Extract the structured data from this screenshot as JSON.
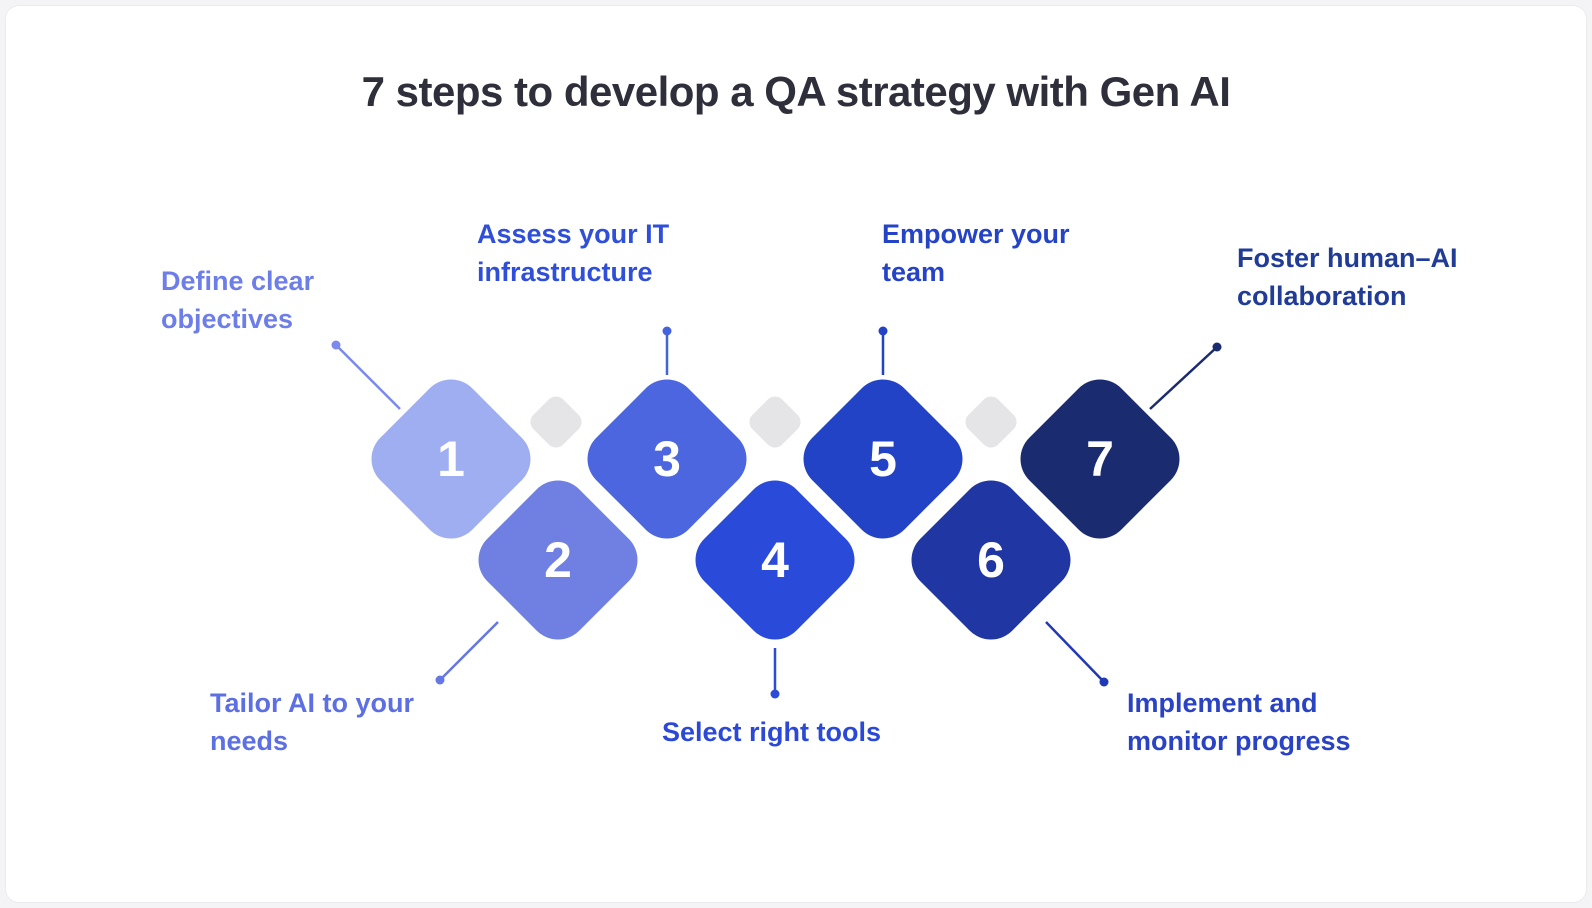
{
  "title": "7 steps to develop a QA strategy with Gen AI",
  "colors": {
    "background": "#f4f4f6",
    "card": "#ffffff",
    "card_border": "#ebebee",
    "title_text": "#2e2f3a",
    "number_text": "#ffffff",
    "mini_diamond": "#e5e5e8"
  },
  "steps": [
    {
      "number": "1",
      "line1": "Define clear",
      "line2": "objectives",
      "diamond_color": "#9faef1",
      "label_color": "#6e7ee9",
      "line_color": "#7b8aec"
    },
    {
      "number": "2",
      "line1": "Tailor AI to your",
      "line2": "needs",
      "diamond_color": "#6f80e2",
      "label_color": "#5c6fe3",
      "line_color": "#6577e4"
    },
    {
      "number": "3",
      "line1": "Assess your IT",
      "line2": "infrastructure",
      "diamond_color": "#4b66df",
      "label_color": "#2f4fda",
      "line_color": "#4463de"
    },
    {
      "number": "4",
      "line1": "Select right tools",
      "line2": "",
      "diamond_color": "#2a4ada",
      "label_color": "#2b49d6",
      "line_color": "#2b4bd8"
    },
    {
      "number": "5",
      "line1": "Empower your",
      "line2": "team",
      "diamond_color": "#2343c6",
      "label_color": "#2443c6",
      "line_color": "#2343c6"
    },
    {
      "number": "6",
      "line1": "Implement and",
      "line2": "monitor progress",
      "diamond_color": "#2036a3",
      "label_color": "#2a43c4",
      "line_color": "#2239b5"
    },
    {
      "number": "7",
      "line1": "Foster human–AI",
      "line2": "collaboration",
      "diamond_color": "#1b2b70",
      "label_color": "#203c97",
      "line_color": "#1b2b70"
    }
  ]
}
